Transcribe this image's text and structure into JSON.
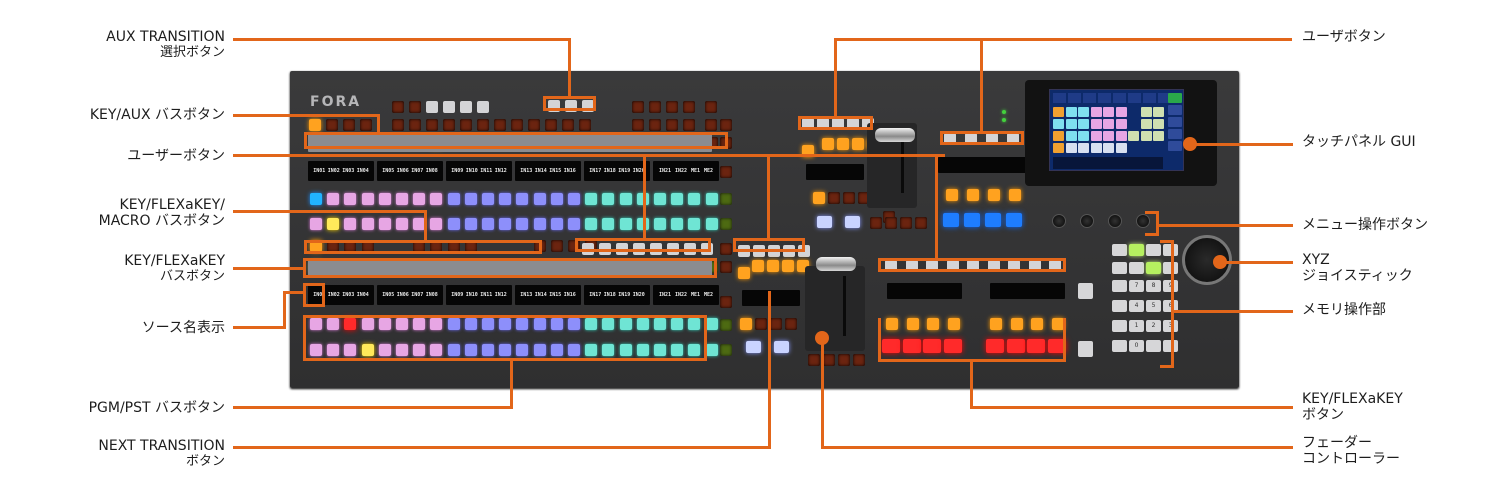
{
  "labels_left": [
    {
      "id": "aux-transition",
      "line1": "AUX TRANSITION",
      "line2": "選択ボタン"
    },
    {
      "id": "key-aux-bus",
      "line1": "KEY/AUX バスボタン"
    },
    {
      "id": "user-button-left",
      "line1": "ユーザーボタン"
    },
    {
      "id": "key-flexakey-macro",
      "line1": "KEY/FLEXaKEY/",
      "line2": "MACRO バスボタン"
    },
    {
      "id": "key-flexakey-bus",
      "line1": "KEY/FLEXaKEY",
      "line2": "バスボタン"
    },
    {
      "id": "source-name",
      "line1": "ソース名表示"
    },
    {
      "id": "pgm-pst",
      "line1": "PGM/PST バスボタン"
    },
    {
      "id": "next-transition",
      "line1": "NEXT TRANSITION",
      "line2": "ボタン"
    }
  ],
  "labels_right": [
    {
      "id": "user-button-right",
      "line1": "ユーザボタン"
    },
    {
      "id": "touch-panel",
      "line1": "タッチパネル GUI"
    },
    {
      "id": "menu-operation",
      "line1": "メニュー操作ボタン"
    },
    {
      "id": "xyz-joystick",
      "line1": "XYZ",
      "line2": "ジョイスティック"
    },
    {
      "id": "memory",
      "line1": "メモリ操作部"
    },
    {
      "id": "key-flexakey-button",
      "line1": "KEY/FLEXaKEY",
      "line2": "ボタン"
    },
    {
      "id": "fader",
      "line1": "フェーダー",
      "line2": "コントローラー"
    }
  ],
  "console": {
    "brand": "FORA",
    "source_names_upper": [
      "IN01",
      "IN02",
      "IN03",
      "IN04",
      "IN05",
      "IN06",
      "IN07",
      "IN08",
      "IN09",
      "IN10",
      "IN11",
      "IN12",
      "IN13",
      "IN14",
      "IN15",
      "IN16",
      "IN17",
      "IN18",
      "IN19",
      "IN20",
      "IN21",
      "IN22",
      "ME1",
      "ME2"
    ],
    "source_names_lower": [
      "IN01",
      "IN02",
      "IN03",
      "IN04",
      "IN05",
      "IN06",
      "IN07",
      "IN08",
      "IN09",
      "IN10",
      "IN11",
      "IN12",
      "IN13",
      "IN14",
      "IN15",
      "IN16",
      "IN17",
      "IN18",
      "IN19",
      "IN20",
      "IN21",
      "IN22",
      "ME1",
      "ME2"
    ],
    "keypad": [
      "7",
      "8",
      "9",
      "4",
      "5",
      "6",
      "1",
      "2",
      "3",
      "0"
    ],
    "colors": {
      "callout": "#e2661a",
      "panel": "#333334",
      "button_amber": "#ffa21f",
      "button_pink": "#e7a6e4",
      "button_blue": "#8d8ffb",
      "button_teal": "#6fe5d4",
      "button_red": "#ff2a2a",
      "button_green": "#c8f07a"
    }
  }
}
